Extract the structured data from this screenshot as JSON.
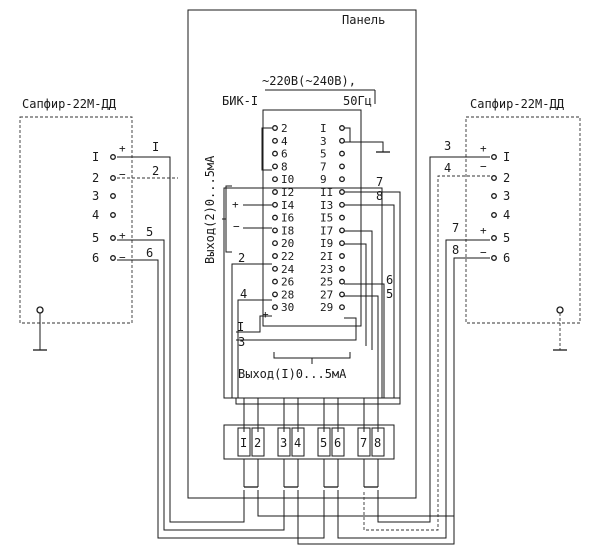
{
  "panel": {
    "label": "Панель"
  },
  "power": {
    "label": "~220В(~240В),",
    "freq": "50Гц"
  },
  "bik": {
    "name": "БИК-I",
    "left_pins": [
      "2",
      "4",
      "6",
      "8",
      "I0",
      "I2",
      "I4",
      "I6",
      "I8",
      "20",
      "22",
      "24",
      "26",
      "28",
      "30"
    ],
    "right_pins": [
      "I",
      "3",
      "5",
      "7",
      "9",
      "II",
      "I3",
      "I5",
      "I7",
      "I9",
      "2I",
      "23",
      "25",
      "27",
      "29"
    ]
  },
  "output2": {
    "label": "Выход(2)0...5мА",
    "plus": "+",
    "minus": "−"
  },
  "output1": {
    "label": "Выход(I)0...5мА"
  },
  "left_sensor": {
    "title": "Сапфир-22М-ДД",
    "pins": [
      "I",
      "2",
      "3",
      "4",
      "5",
      "6"
    ],
    "signs": {
      "p1": "+",
      "p2": "−",
      "p5": "+",
      "p6": "−"
    },
    "wires": [
      "I",
      "2",
      "5",
      "6"
    ]
  },
  "right_sensor": {
    "title": "Сапфир-22М-ДД",
    "pins": [
      "I",
      "2",
      "3",
      "4",
      "5",
      "6"
    ],
    "signs": {
      "p1": "+",
      "p2": "−",
      "p5": "+",
      "p6": "−"
    },
    "wires": [
      "3",
      "4",
      "7",
      "8"
    ]
  },
  "wire_labels": {
    "w7": "7",
    "w8": "8",
    "w6": "6",
    "w5": "5",
    "w2": "2",
    "w4": "4",
    "w1": "I",
    "w3": "3",
    "plus30": "+"
  },
  "terminals": [
    "I",
    "2",
    "3",
    "4",
    "5",
    "6",
    "7",
    "8"
  ]
}
